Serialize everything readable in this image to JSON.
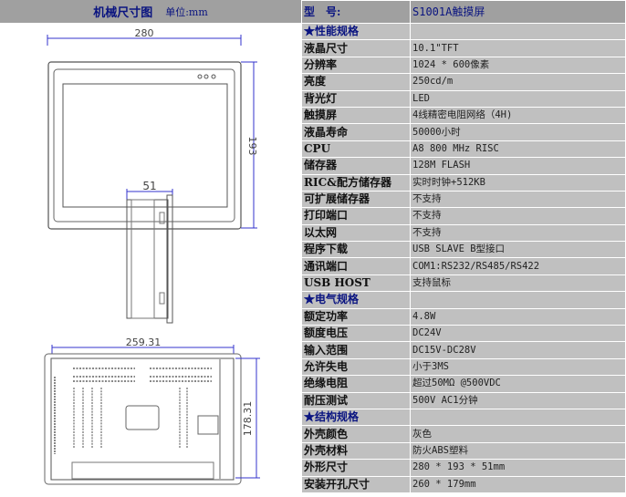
{
  "drawing": {
    "title": "机械尺寸图",
    "unit": "单位:mm",
    "front_width": "280",
    "front_height": "193",
    "side_depth": "51",
    "back_width": "259.31",
    "back_height": "178.31"
  },
  "model": {
    "label": "型　号:",
    "value": "S1001A触摸屏"
  },
  "sections": [
    {
      "title": "★性能规格",
      "rows": [
        {
          "k": "液晶尺寸",
          "v": "10.1\"TFT"
        },
        {
          "k": "分辨率",
          "v": "1024 * 600像素"
        },
        {
          "k": "亮度",
          "v": "250cd/m"
        },
        {
          "k": "背光灯",
          "v": "LED"
        },
        {
          "k": "触摸屏",
          "v": "4线精密电阻网络（4H)"
        },
        {
          "k": "液晶寿命",
          "v": "50000小时"
        },
        {
          "k": "CPU",
          "v": "A8 800 MHz RISC"
        },
        {
          "k": "储存器",
          "v": "128M FLASH"
        },
        {
          "k": "RIC&配方储存器",
          "v": "实时时钟+512KB"
        },
        {
          "k": "可扩展储存器",
          "v": "不支持"
        },
        {
          "k": "打印端口",
          "v": "不支持"
        },
        {
          "k": "以太网",
          "v": "不支持"
        },
        {
          "k": "程序下载",
          "v": "USB SLAVE B型接口"
        },
        {
          "k": "通讯端口",
          "v": "COM1:RS232/RS485/RS422"
        },
        {
          "k": "USB HOST",
          "v": "支持鼠标"
        }
      ]
    },
    {
      "title": "★电气规格",
      "rows": [
        {
          "k": "额定功率",
          "v": "4.8W"
        },
        {
          "k": "额度电压",
          "v": "DC24V"
        },
        {
          "k": "输入范围",
          "v": "DC15V-DC28V"
        },
        {
          "k": "允许失电",
          "v": "小于3MS"
        },
        {
          "k": "绝缘电阻",
          "v": "超过50MΩ @500VDC"
        },
        {
          "k": "耐压测试",
          "v": "500V AC1分钟"
        }
      ]
    },
    {
      "title": "★结构规格",
      "rows": [
        {
          "k": "外壳颜色",
          "v": "灰色"
        },
        {
          "k": "外壳材料",
          "v": "防火ABS塑料"
        },
        {
          "k": "外形尺寸",
          "v": "280 * 193 * 51mm"
        },
        {
          "k": "安装开孔尺寸",
          "v": "260 * 179mm"
        }
      ]
    }
  ]
}
